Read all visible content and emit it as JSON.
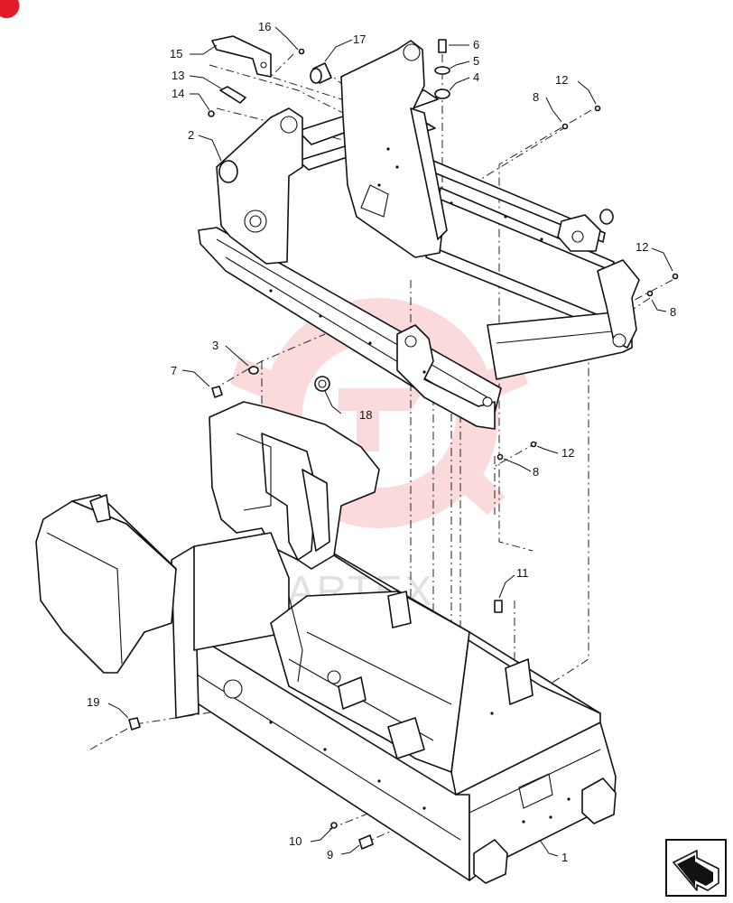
{
  "diagram": {
    "callouts": [
      {
        "id": "c1",
        "label": "1"
      },
      {
        "id": "c2",
        "label": "2"
      },
      {
        "id": "c3",
        "label": "3"
      },
      {
        "id": "c4",
        "label": "4"
      },
      {
        "id": "c5",
        "label": "5"
      },
      {
        "id": "c6",
        "label": "6"
      },
      {
        "id": "c7",
        "label": "7"
      },
      {
        "id": "c8a",
        "label": "8"
      },
      {
        "id": "c8b",
        "label": "8"
      },
      {
        "id": "c8c",
        "label": "8"
      },
      {
        "id": "c9",
        "label": "9"
      },
      {
        "id": "c10",
        "label": "10"
      },
      {
        "id": "c11",
        "label": "11"
      },
      {
        "id": "c12a",
        "label": "12"
      },
      {
        "id": "c12b",
        "label": "12"
      },
      {
        "id": "c12c",
        "label": "12"
      },
      {
        "id": "c13",
        "label": "13"
      },
      {
        "id": "c14",
        "label": "14"
      },
      {
        "id": "c15",
        "label": "15"
      },
      {
        "id": "c16",
        "label": "16"
      },
      {
        "id": "c17",
        "label": "17"
      },
      {
        "id": "c18",
        "label": "18"
      },
      {
        "id": "c19",
        "label": "19"
      }
    ],
    "watermark": "ARTEX",
    "nav_icon": "next-page-arrow-icon",
    "colors": {
      "line": "#111111",
      "watermark": "#e8585d",
      "marker": "#e21b2a"
    }
  }
}
